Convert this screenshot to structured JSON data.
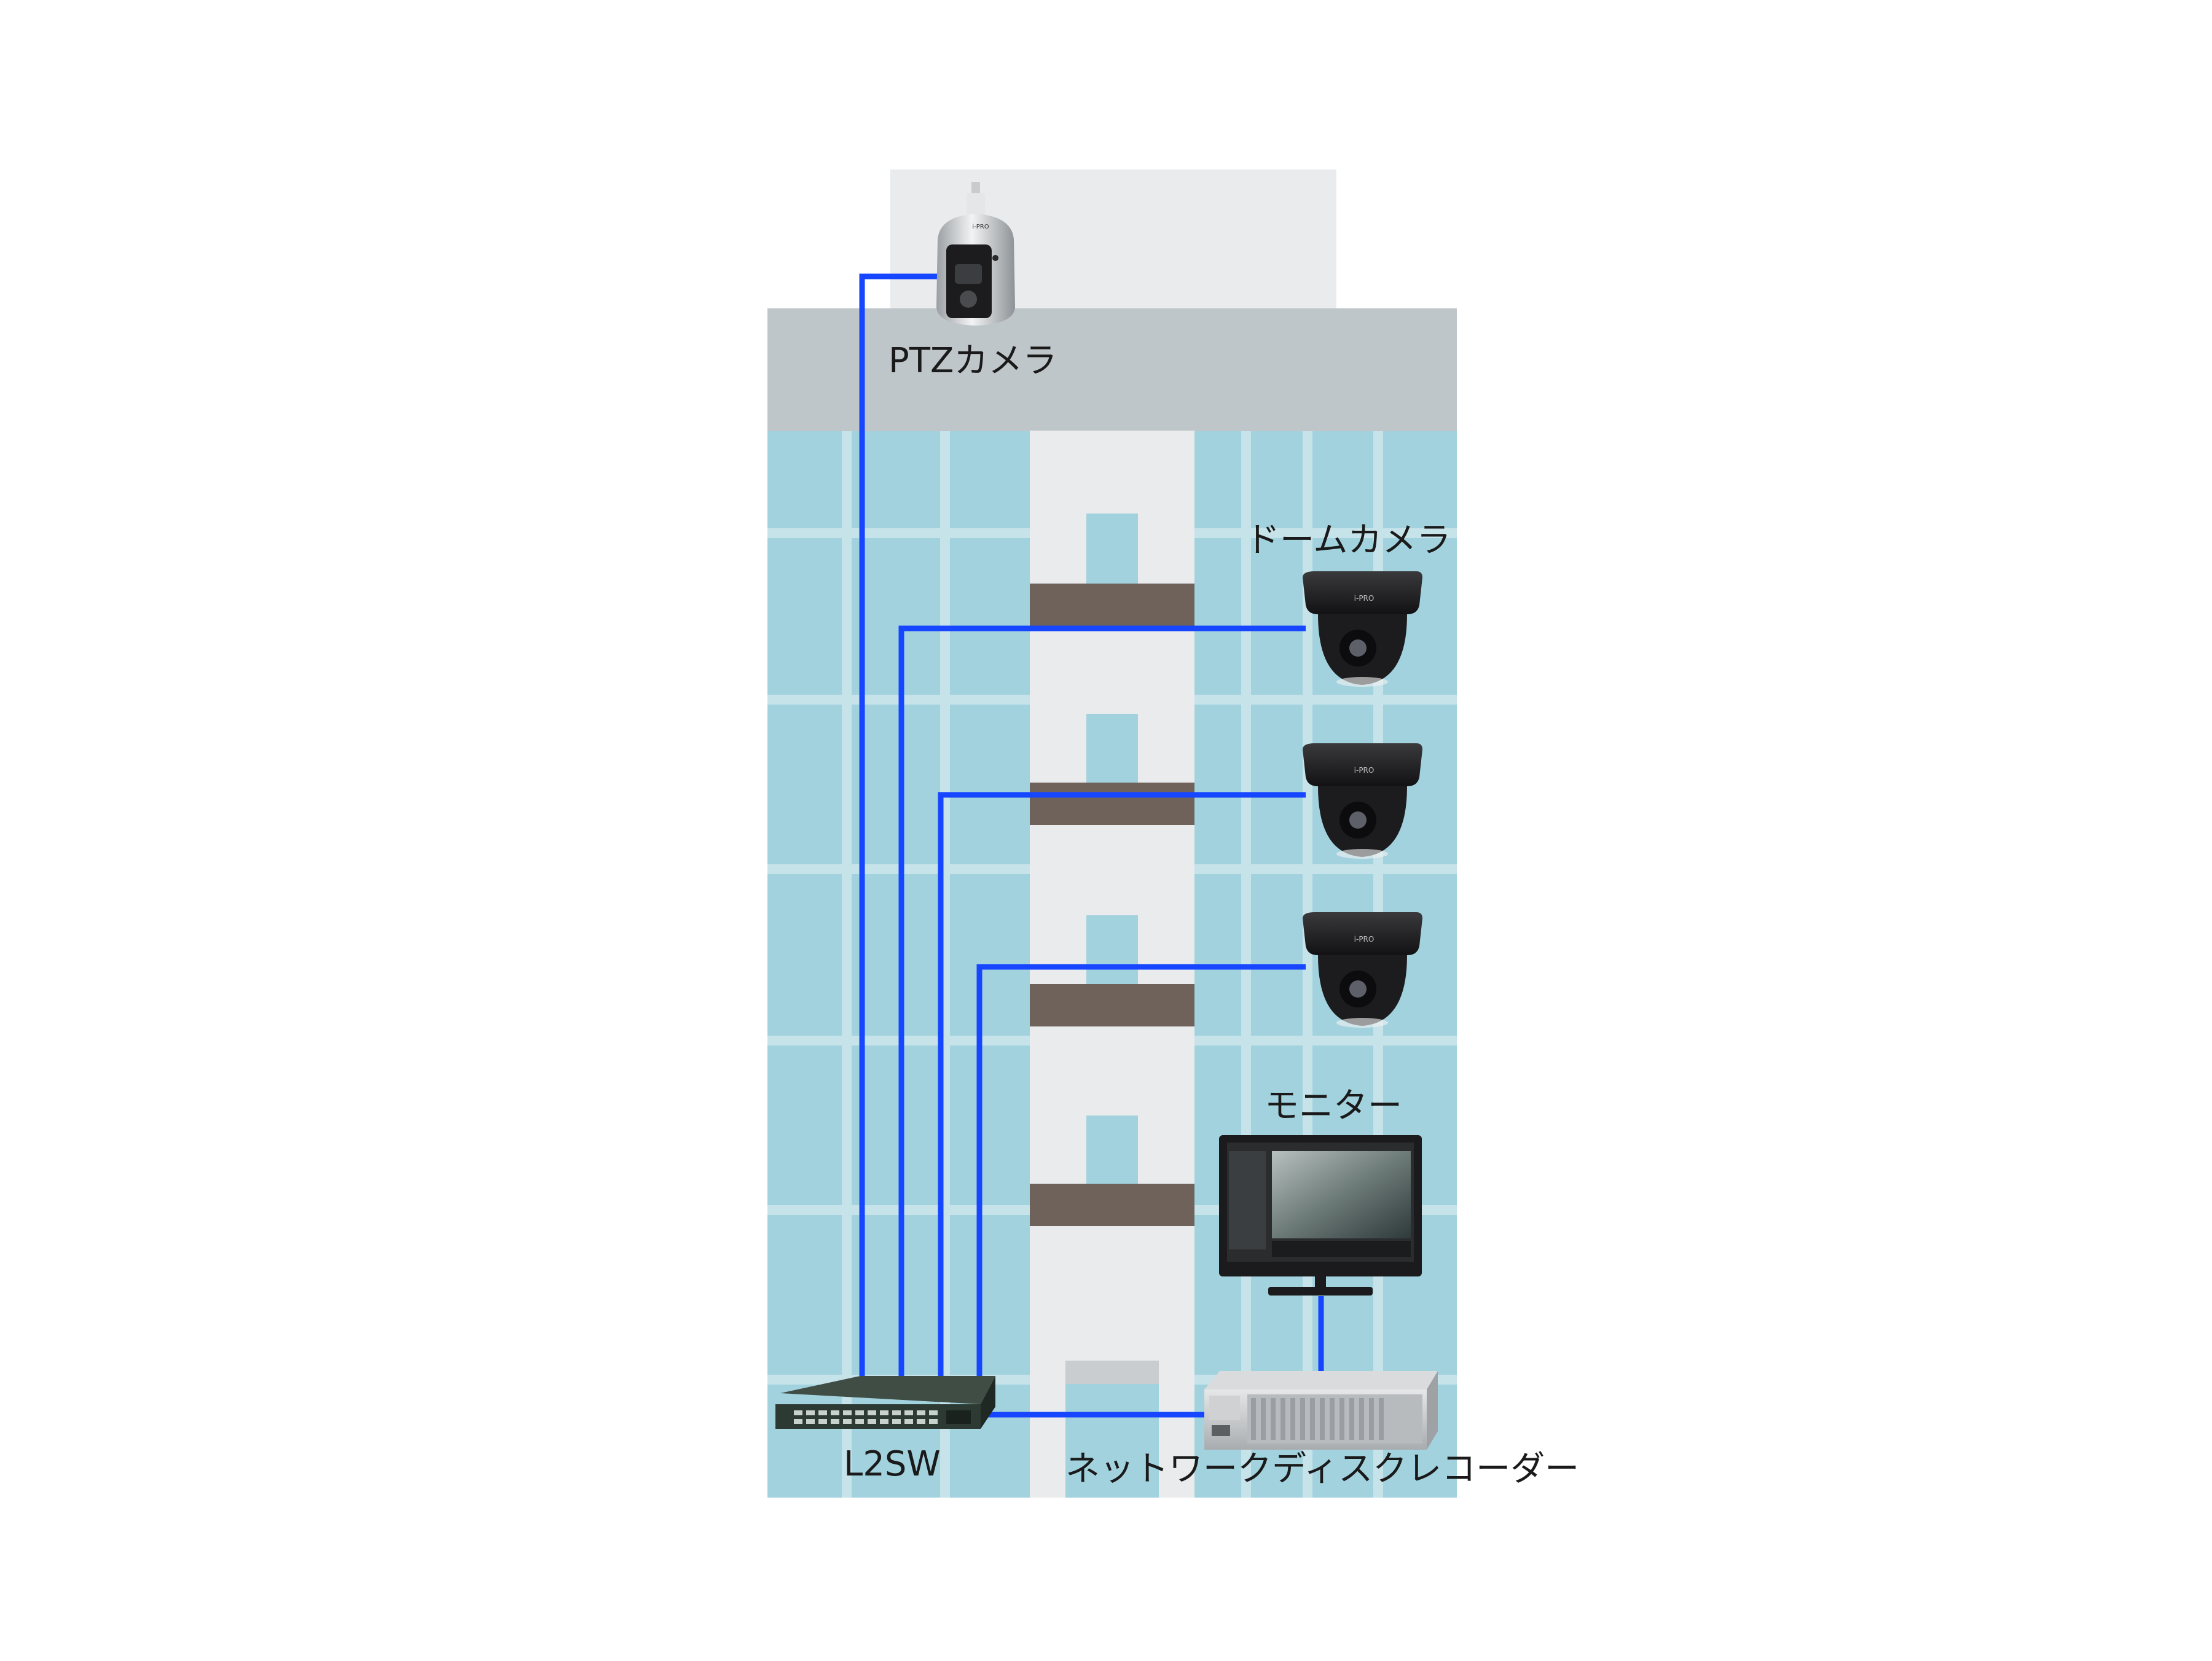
{
  "labels": {
    "ptz_camera": "PTZカメラ",
    "dome_camera": "ドームカメラ",
    "monitor": "モニター",
    "switch": "L2SW",
    "recorder": "ネットワークディスクレコーダー"
  },
  "devices": {
    "ptz_camera": {
      "brand_mark": "i-PRO"
    },
    "dome_cameras": [
      {
        "brand_mark": "i-PRO"
      },
      {
        "brand_mark": "i-PRO"
      },
      {
        "brand_mark": "i-PRO"
      }
    ]
  },
  "icons": [
    "building-icon",
    "ptz-camera-icon",
    "dome-camera-icon",
    "monitor-icon",
    "network-switch-icon",
    "recorder-icon"
  ],
  "colors": {
    "cable": "#1646ff",
    "glass": "#a3d2df",
    "glass_frame": "#c7e3ea",
    "roof": "#bfc6c9",
    "penthouse": "#e9ebed",
    "core": "#e9ebed",
    "slab": "#6e625b",
    "camera_body": "#1c1c1e",
    "switch_body": "#2d3a33"
  }
}
